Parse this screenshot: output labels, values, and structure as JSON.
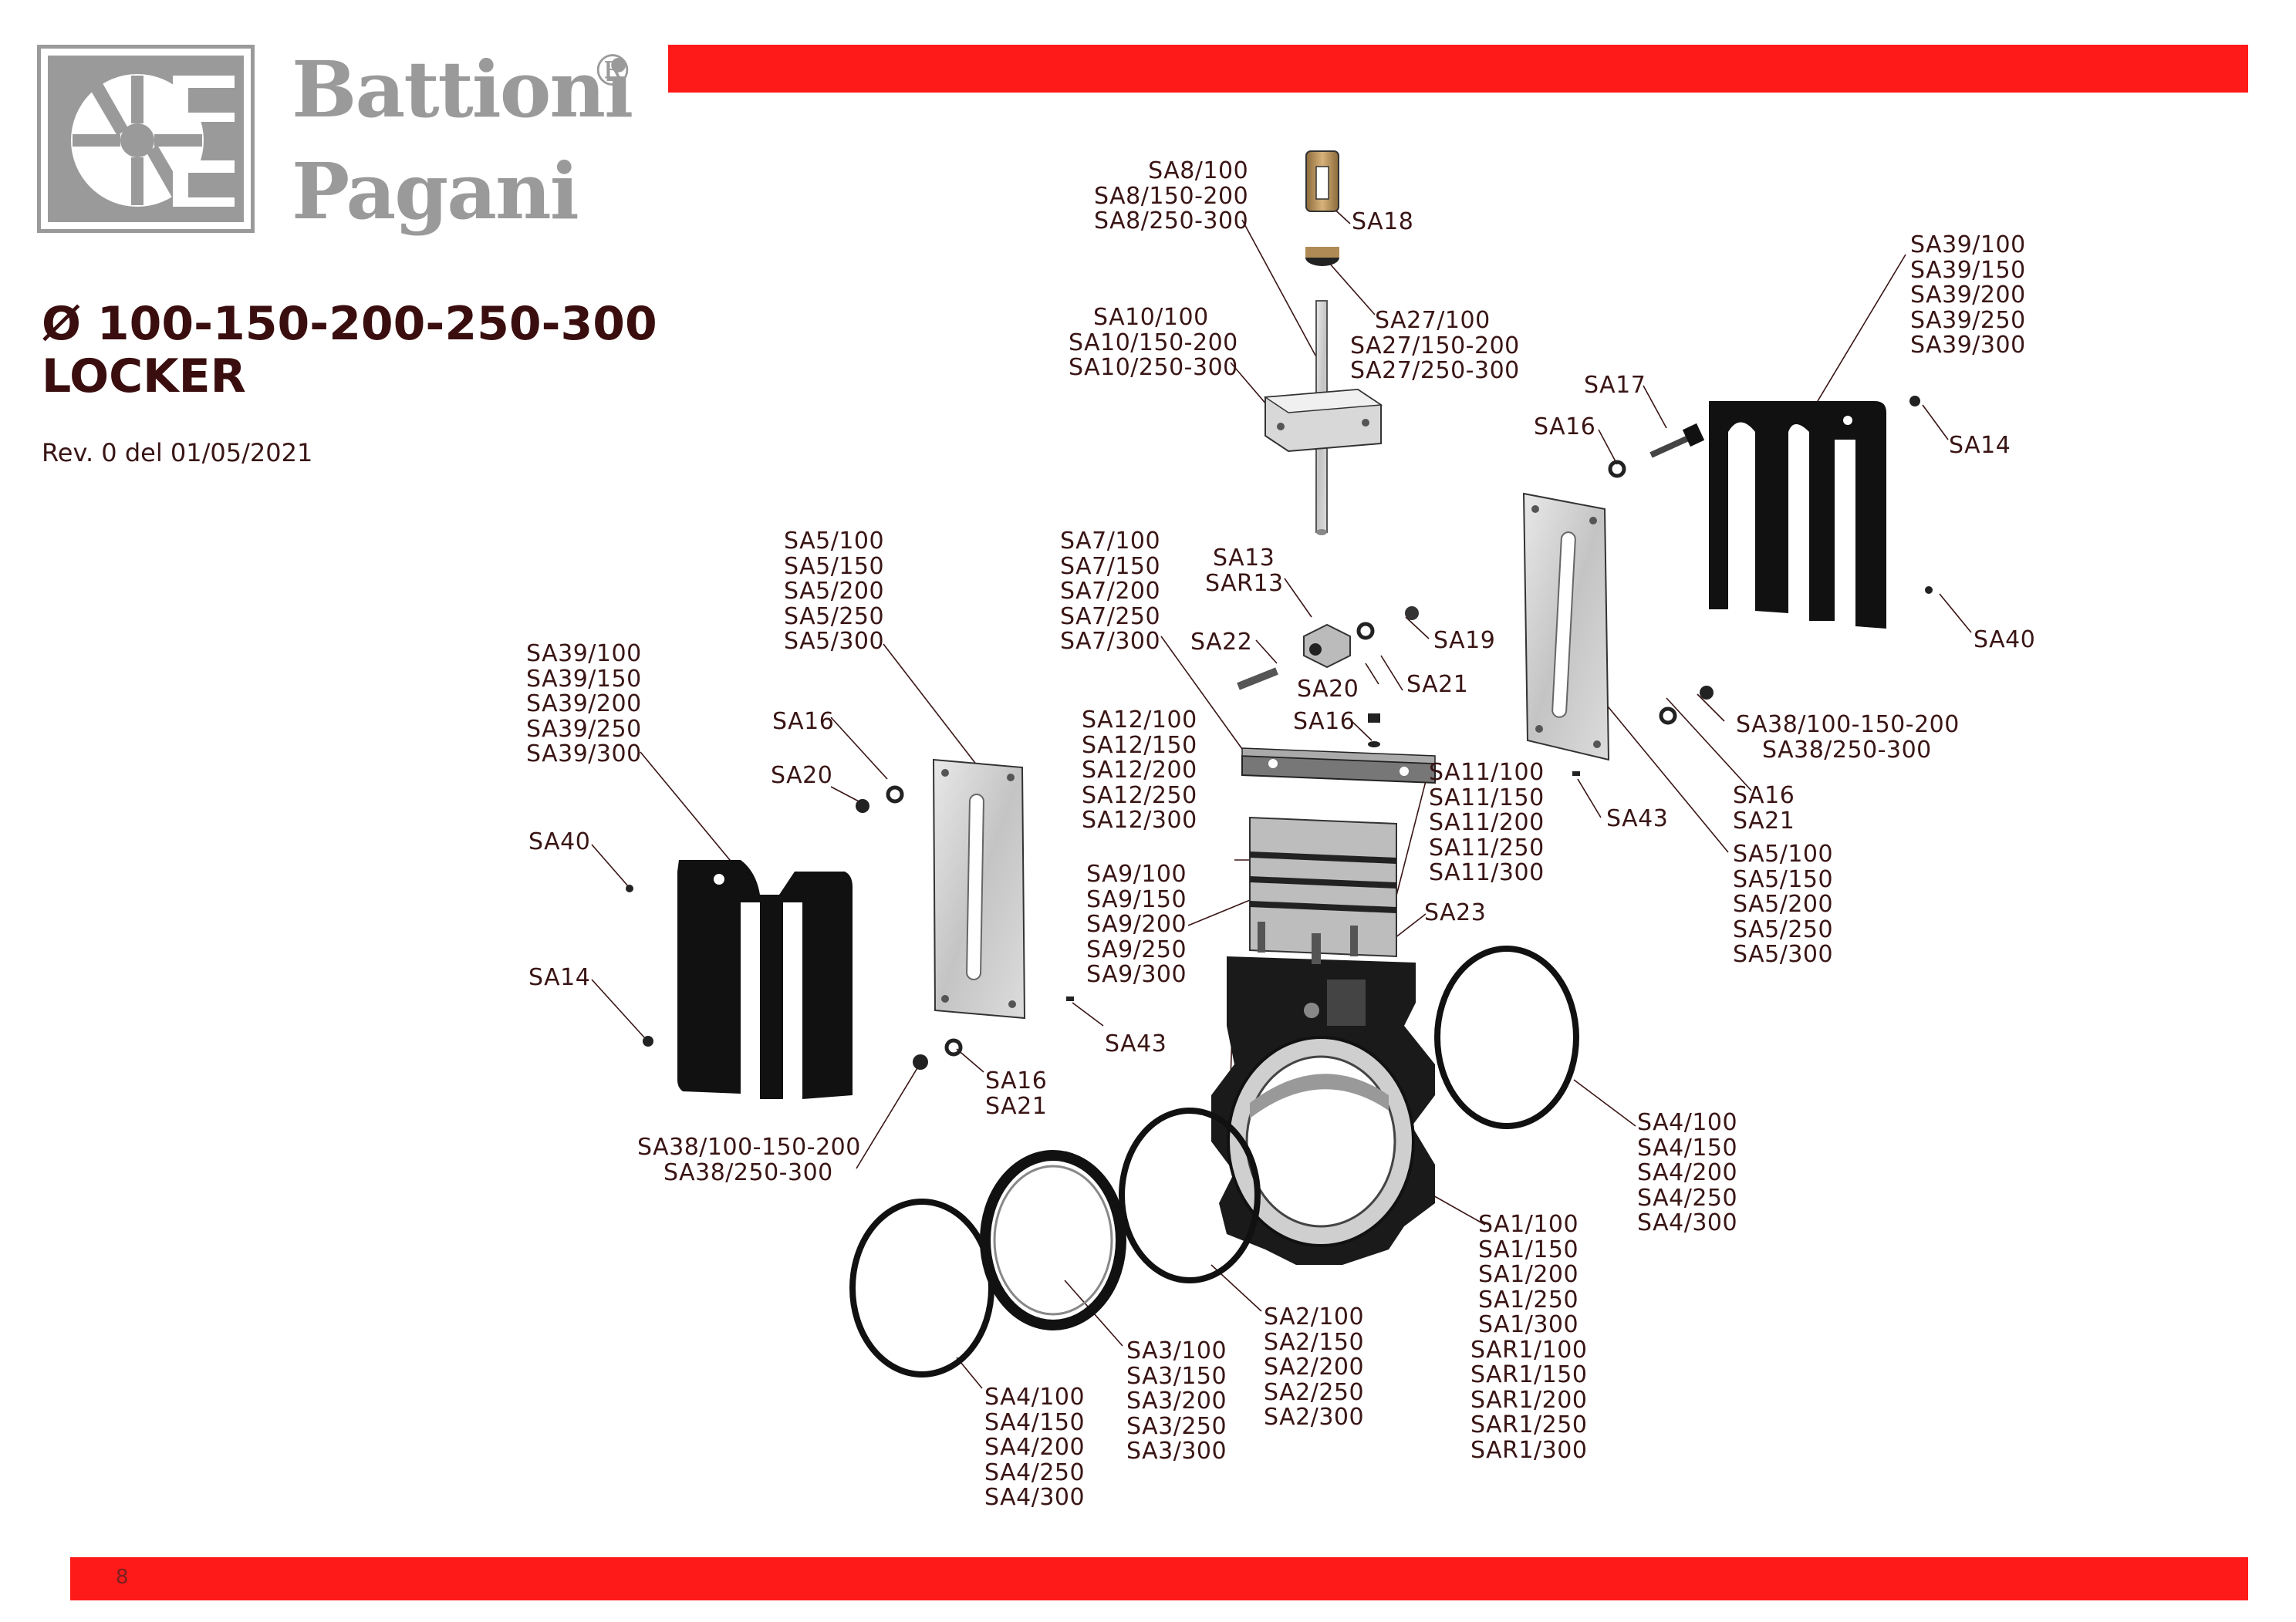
{
  "brand": {
    "line1": "Battioni",
    "line2": "Pagani",
    "registered": "®"
  },
  "title": {
    "line1": "Ø 100-150-200-250-300",
    "line2": "LOCKER"
  },
  "revision": "Rev. 0 del 01/05/2021",
  "page_number": "8",
  "colors": {
    "accent_bar": "#ff1a1a",
    "text": "#3a1515",
    "logo_grey": "#9a9a9a"
  },
  "labels": {
    "sa8": [
      "SA8/100",
      "SA8/150-200",
      "SA8/250-300"
    ],
    "sa18": [
      "SA18"
    ],
    "sa10": [
      "SA10/100",
      "SA10/150-200",
      "SA10/250-300"
    ],
    "sa27": [
      "SA27/100",
      "SA27/150-200",
      "SA27/250-300"
    ],
    "sa39_right": [
      "SA39/100",
      "SA39/150",
      "SA39/200",
      "SA39/250",
      "SA39/300"
    ],
    "sa17": [
      "SA17"
    ],
    "sa16_top_right": [
      "SA16"
    ],
    "sa14_right": [
      "SA14"
    ],
    "sa40_right": [
      "SA40"
    ],
    "sa5_left": [
      "SA5/100",
      "SA5/150",
      "SA5/200",
      "SA5/250",
      "SA5/300"
    ],
    "sa7": [
      "SA7/100",
      "SA7/150",
      "SA7/200",
      "SA7/250",
      "SA7/300"
    ],
    "sa13": [
      "SA13",
      "SAR13"
    ],
    "sa22": [
      "SA22"
    ],
    "sa19": [
      "SA19"
    ],
    "sa20_center": [
      "SA20"
    ],
    "sa21_center": [
      "SA21"
    ],
    "sa16_center": [
      "SA16"
    ],
    "sa39_left": [
      "SA39/100",
      "SA39/150",
      "SA39/200",
      "SA39/250",
      "SA39/300"
    ],
    "sa16_left": [
      "SA16"
    ],
    "sa20_left": [
      "SA20"
    ],
    "sa40_left": [
      "SA40"
    ],
    "sa14_left": [
      "SA14"
    ],
    "sa12": [
      "SA12/100",
      "SA12/150",
      "SA12/200",
      "SA12/250",
      "SA12/300"
    ],
    "sa11": [
      "SA11/100",
      "SA11/150",
      "SA11/200",
      "SA11/250",
      "SA11/300"
    ],
    "sa43_right": [
      "SA43"
    ],
    "sa38_right": [
      "SA38/100-150-200",
      "SA38/250-300"
    ],
    "sa16_sa21_right": [
      "SA16",
      "SA21"
    ],
    "sa5_right": [
      "SA5/100",
      "SA5/150",
      "SA5/200",
      "SA5/250",
      "SA5/300"
    ],
    "sa9": [
      "SA9/100",
      "SA9/150",
      "SA9/200",
      "SA9/250",
      "SA9/300"
    ],
    "sa23": [
      "SA23"
    ],
    "sa43_left": [
      "SA43"
    ],
    "sa16_sa21_left": [
      "SA16",
      "SA21"
    ],
    "sa38_left": [
      "SA38/100-150-200",
      "SA38/250-300"
    ],
    "sa4_right": [
      "SA4/100",
      "SA4/150",
      "SA4/200",
      "SA4/250",
      "SA4/300"
    ],
    "sa1": [
      "SA1/100",
      "SA1/150",
      "SA1/200",
      "SA1/250",
      "SA1/300",
      "SAR1/100",
      "SAR1/150",
      "SAR1/200",
      "SAR1/250",
      "SAR1/300"
    ],
    "sa2": [
      "SA2/100",
      "SA2/150",
      "SA2/200",
      "SA2/250",
      "SA2/300"
    ],
    "sa3": [
      "SA3/100",
      "SA3/150",
      "SA3/200",
      "SA3/250",
      "SA3/300"
    ],
    "sa4_left": [
      "SA4/100",
      "SA4/150",
      "SA4/200",
      "SA4/250",
      "SA4/300"
    ]
  }
}
